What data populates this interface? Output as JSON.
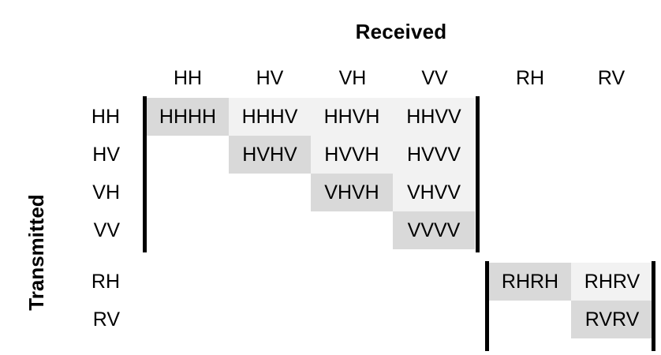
{
  "axis_titles": {
    "columns": "Received",
    "rows": "Transmitted"
  },
  "colors": {
    "diagonal_cell": "#d9d9d9",
    "offdiagonal_cell": "#f2f2f2",
    "rule": "#000000",
    "background": "#ffffff",
    "text": "#000000"
  },
  "column_headers": [
    "HH",
    "HV",
    "VH",
    "VV",
    "RH",
    "RV"
  ],
  "row_headers": [
    "HH",
    "HV",
    "VH",
    "VV",
    "RH",
    "RV"
  ],
  "chart_data": {
    "type": "table",
    "title": "Received",
    "xlabel": "Received",
    "ylabel": "Transmitted",
    "categories": [
      "HH",
      "HV",
      "VH",
      "VV",
      "RH",
      "RV"
    ],
    "grid": false,
    "legend": "none",
    "description": "Upper-triangular block matrix of transmitted/received polarization pair products. Diagonal cells shaded dark gray, off-diagonal cells shaded light gray, empty cells blank.",
    "blocks": [
      {
        "name": "linear-block",
        "rows": [
          "HH",
          "HV",
          "VH",
          "VV"
        ],
        "columns": [
          "HH",
          "HV",
          "VH",
          "VV"
        ]
      },
      {
        "name": "circular-block",
        "rows": [
          "RH",
          "RV"
        ],
        "columns": [
          "RH",
          "RV"
        ]
      }
    ],
    "cells": [
      {
        "row": "HH",
        "col": "HH",
        "value": "HHHH",
        "shade": "diag"
      },
      {
        "row": "HH",
        "col": "HV",
        "value": "HHHV",
        "shade": "offdiag"
      },
      {
        "row": "HH",
        "col": "VH",
        "value": "HHVH",
        "shade": "offdiag"
      },
      {
        "row": "HH",
        "col": "VV",
        "value": "HHVV",
        "shade": "offdiag"
      },
      {
        "row": "HV",
        "col": "HV",
        "value": "HVHV",
        "shade": "diag"
      },
      {
        "row": "HV",
        "col": "VH",
        "value": "HVVH",
        "shade": "offdiag"
      },
      {
        "row": "HV",
        "col": "VV",
        "value": "HVVV",
        "shade": "offdiag"
      },
      {
        "row": "VH",
        "col": "VH",
        "value": "VHVH",
        "shade": "diag"
      },
      {
        "row": "VH",
        "col": "VV",
        "value": "VHVV",
        "shade": "offdiag"
      },
      {
        "row": "VV",
        "col": "VV",
        "value": "VVVV",
        "shade": "diag"
      },
      {
        "row": "RH",
        "col": "RH",
        "value": "RHRH",
        "shade": "diag"
      },
      {
        "row": "RH",
        "col": "RV",
        "value": "RHRV",
        "shade": "offdiag"
      },
      {
        "row": "RV",
        "col": "RV",
        "value": "RVRV",
        "shade": "diag"
      }
    ]
  },
  "matrix": {
    "row_hh": {
      "label": "HH",
      "hhhh": "HHHH",
      "hhhv": "HHHV",
      "hhvh": "HHVH",
      "hhvv": "HHVV"
    },
    "row_hv": {
      "label": "HV",
      "hvhv": "HVHV",
      "hvvh": "HVVH",
      "hvvv": "HVVV"
    },
    "row_vh": {
      "label": "VH",
      "vhvh": "VHVH",
      "vhvv": "VHVV"
    },
    "row_vv": {
      "label": "VV",
      "vvvv": "VVVV"
    },
    "row_rh": {
      "label": "RH",
      "rhrh": "RHRH",
      "rhrv": "RHRV"
    },
    "row_rv": {
      "label": "RV",
      "rvrv": "RVRV"
    }
  }
}
